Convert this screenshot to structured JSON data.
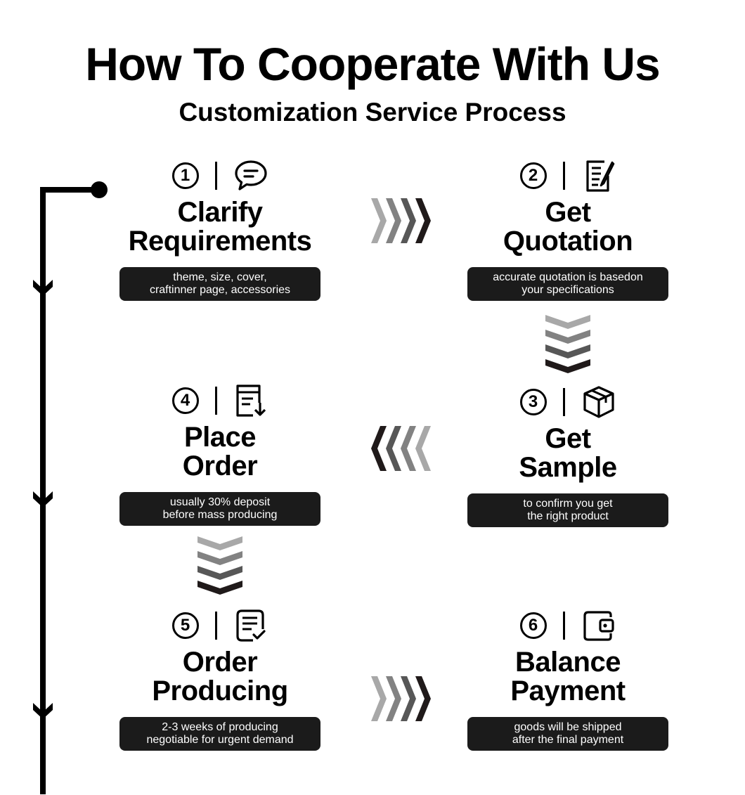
{
  "header": {
    "title": "How To Cooperate With Us",
    "subtitle": "Customization Service Process"
  },
  "steps": [
    {
      "number": "1",
      "icon": "chat-bubble-icon",
      "title_line1": "Clarify",
      "title_line2": "Requirements",
      "desc_line1": "theme, size, cover,",
      "desc_line2": "craftinner page, accessories"
    },
    {
      "number": "2",
      "icon": "quotation-document-icon",
      "title_line1": "Get",
      "title_line2": "Quotation",
      "desc_line1": "accurate quotation is basedon",
      "desc_line2": "your specifications"
    },
    {
      "number": "3",
      "icon": "package-box-icon",
      "title_line1": "Get",
      "title_line2": "Sample",
      "desc_line1": "to confirm you get",
      "desc_line2": "the right product"
    },
    {
      "number": "4",
      "icon": "order-download-icon",
      "title_line1": "Place",
      "title_line2": "Order",
      "desc_line1": "usually 30% deposit",
      "desc_line2": "before mass producing"
    },
    {
      "number": "5",
      "icon": "checklist-icon",
      "title_line1": "Order",
      "title_line2": "Producing",
      "desc_line1": "2-3 weeks of producing",
      "desc_line2": "negotiable for urgent demand"
    },
    {
      "number": "6",
      "icon": "wallet-icon",
      "title_line1": "Balance",
      "title_line2": "Payment",
      "desc_line1": "goods will be shipped",
      "desc_line2": "after the final payment"
    }
  ],
  "colors": {
    "desc_bg": "#1b1b1b",
    "chevron_shades": [
      "#a8a8a8",
      "#828282",
      "#575757",
      "#201a1a"
    ]
  }
}
